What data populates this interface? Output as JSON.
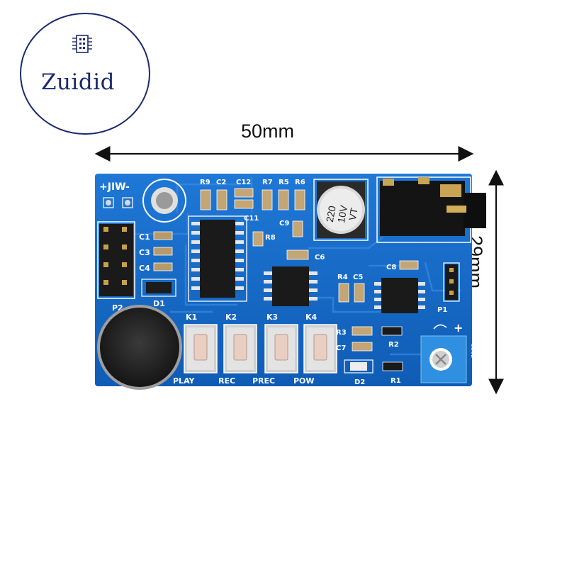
{
  "logo": {
    "text": "Zuidid"
  },
  "dimensions": {
    "width": "50mm",
    "height": "29mm"
  },
  "board": {
    "labels": {
      "mic_header": "+JIW-",
      "p2": "P2",
      "d1": "D1",
      "c1": "C1",
      "c3": "C3",
      "c4": "C4",
      "r9": "R9",
      "c2": "C2",
      "c12": "C12",
      "r7": "R7",
      "r5": "R5",
      "r6": "R6",
      "c11": "C11",
      "r8": "R8",
      "c9": "C9",
      "c6": "C6",
      "r4": "R4",
      "c5": "C5",
      "c8": "C8",
      "p1": "P1",
      "r3": "R3",
      "c7": "C7",
      "r2": "R2",
      "r1": "R1",
      "d2": "D2",
      "plus": "+",
      "pot_code": "3302"
    },
    "capacitor": {
      "line1": "220",
      "line2": "10V",
      "line3": "VT"
    },
    "buttons": [
      {
        "id": "K1",
        "label": "PLAY"
      },
      {
        "id": "K2",
        "label": "REC"
      },
      {
        "id": "K3",
        "label": "PREC"
      },
      {
        "id": "K4",
        "label": "POW"
      }
    ]
  },
  "colors": {
    "pcb": "#1565c8",
    "silk": "#ffffff",
    "chip": "#1a1a1a",
    "logo": "#1b2a6e"
  }
}
